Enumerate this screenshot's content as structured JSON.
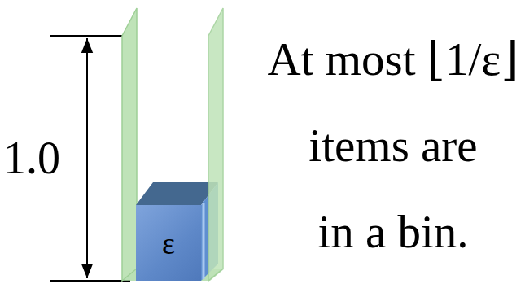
{
  "diagram": {
    "nodes": [
      {
        "text": [
          "ε"
        ]
      }
    ],
    "labels": [
      "1.0",
      "At most ⌊1/ε⌋ items are in a bin."
    ]
  }
}
